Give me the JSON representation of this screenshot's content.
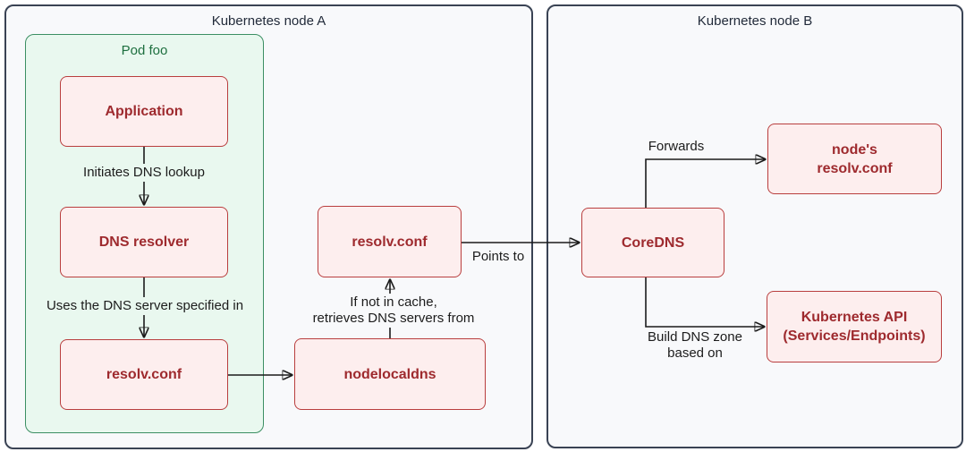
{
  "node_a": {
    "title": "Kubernetes node A",
    "pod": {
      "title": "Pod foo",
      "application": "Application",
      "dns_resolver": "DNS resolver",
      "resolv_conf": "resolv.conf"
    },
    "resolv_conf": "resolv.conf",
    "nodelocaldns": "nodelocaldns",
    "labels": {
      "initiates": "Initiates DNS lookup",
      "uses": "Uses the DNS server specified in",
      "cache_line1": "If not in cache,",
      "cache_line2": "retrieves DNS servers from",
      "points_to": "Points to"
    }
  },
  "node_b": {
    "title": "Kubernetes node B",
    "coredns": "CoreDNS",
    "nodes_resolv_conf": {
      "line1": "node's",
      "line2": "resolv.conf"
    },
    "kubernetes_api": {
      "line1": "Kubernetes API",
      "line2": "(Services/Endpoints)"
    },
    "labels": {
      "forwards": "Forwards",
      "build_line1": "Build DNS zone",
      "build_line2": "based on"
    }
  },
  "colors": {
    "box_fill": "#fdeeee",
    "box_border": "#b93e3e",
    "box_text": "#9e2a2e",
    "pod_fill": "#e9f8ef",
    "pod_border": "#3c8f63",
    "pod_text": "#1d6f3f",
    "container_fill": "#f8f9fb",
    "container_border": "#3a4354",
    "container_text": "#222b3a",
    "arrow": "#1b1b1b"
  }
}
